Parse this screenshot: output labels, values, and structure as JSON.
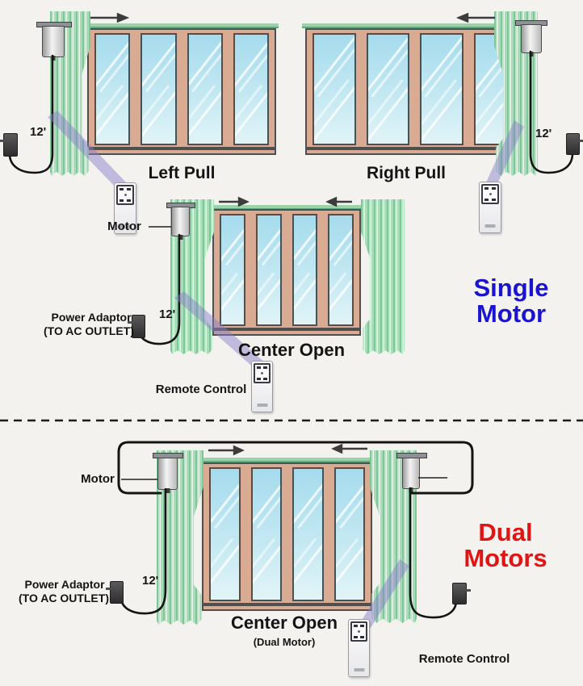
{
  "section_single": {
    "left_pull": {
      "label": "Left Pull",
      "distance": "12'"
    },
    "right_pull": {
      "label": "Right Pull",
      "distance": "12'"
    },
    "center_open": {
      "label": "Center Open",
      "motor": "Motor",
      "power_adaptor": "Power Adaptor",
      "power_adaptor_note": "(TO AC OUTLET)",
      "distance": "12'",
      "remote": "Remote Control"
    },
    "title_line1": "Single",
    "title_line2": "Motor",
    "title_color": "#1a13d0"
  },
  "section_dual": {
    "center_open": {
      "label": "Center Open",
      "sub_label": "(Dual Motor)",
      "motor": "Motor",
      "power_adaptor": "Power Adaptor",
      "power_adaptor_note": "(TO AC OUTLET)",
      "distance": "12'",
      "remote": "Remote Control"
    },
    "title_line1": "Dual",
    "title_line2": "Motors",
    "title_color": "#e21313"
  },
  "colors": {
    "curtain_green": "#a9dcb8",
    "rail_green": "#9cd2aa",
    "window_frame_tan": "#d9ab92",
    "glass_blue": "#b9e3ef",
    "beam_purple": "#887ec8",
    "cable_black": "#141414",
    "background": "#f3f2ef"
  }
}
